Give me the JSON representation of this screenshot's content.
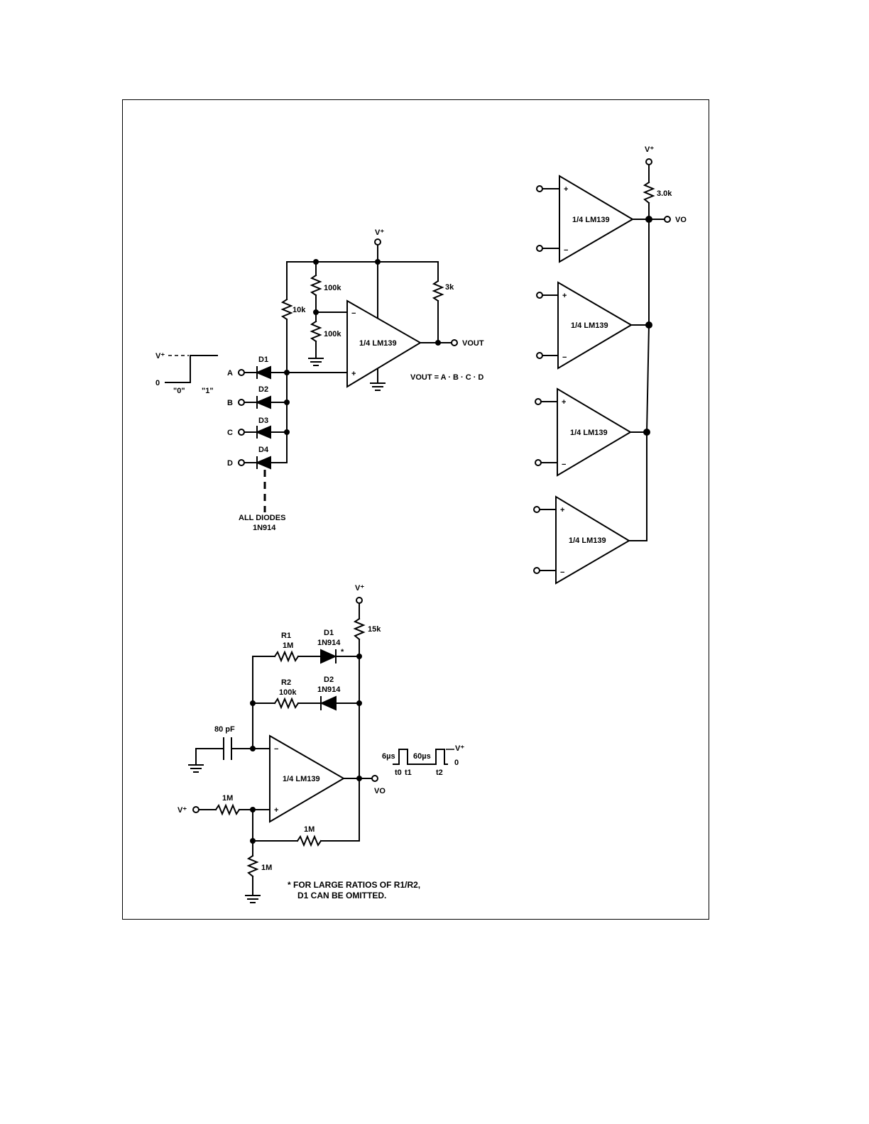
{
  "circuit_and": {
    "vplus": "V⁺",
    "r_top": "100k",
    "r_bottom": "100k",
    "r_pullup_in": "10k",
    "r_pullup_out": "3k",
    "opamp": "1/4 LM139",
    "minus": "−",
    "plus": "+",
    "vout": "VOUT",
    "equation": "VOUT = A · B · C · D",
    "inputs": [
      "A",
      "B",
      "C",
      "D"
    ],
    "diodes": [
      "D1",
      "D2",
      "D3",
      "D4"
    ],
    "note_line1": "ALL DIODES",
    "note_line2": "1N914",
    "wave_vplus": "V⁺",
    "wave_zero": "0",
    "wave_low": "\"0\"",
    "wave_high": "\"1\""
  },
  "circuit_or": {
    "vplus": "V⁺",
    "r_pullup": "3.0k",
    "vo": "VO",
    "opamps": [
      "1/4 LM139",
      "1/4 LM139",
      "1/4 LM139",
      "1/4 LM139"
    ],
    "plus": "+",
    "minus": "−"
  },
  "circuit_osc": {
    "vplus_top": "V⁺",
    "r_pullup": "15k",
    "r1_name": "R1",
    "r1_value": "1M",
    "d1_name": "D1",
    "d1_type": "1N914",
    "star": "*",
    "r2_name": "R2",
    "r2_value": "100k",
    "d2_name": "D2",
    "d2_type": "1N914",
    "cap": "80 pF",
    "opamp": "1/4 LM139",
    "minus": "−",
    "plus": "+",
    "vo": "VO",
    "vplus_in": "V⁺",
    "r_in": "1M",
    "r_fb": "1M",
    "r_gnd": "1M",
    "wave_t_high": "6µs",
    "wave_t_low": "60µs",
    "wave_vplus": "V⁺",
    "wave_zero": "0",
    "wave_t0": "t0",
    "wave_t1": "t1",
    "wave_t2": "t2",
    "footnote_line1": "* FOR LARGE RATIOS OF R1/R2,",
    "footnote_line2": "D1 CAN BE OMITTED."
  }
}
